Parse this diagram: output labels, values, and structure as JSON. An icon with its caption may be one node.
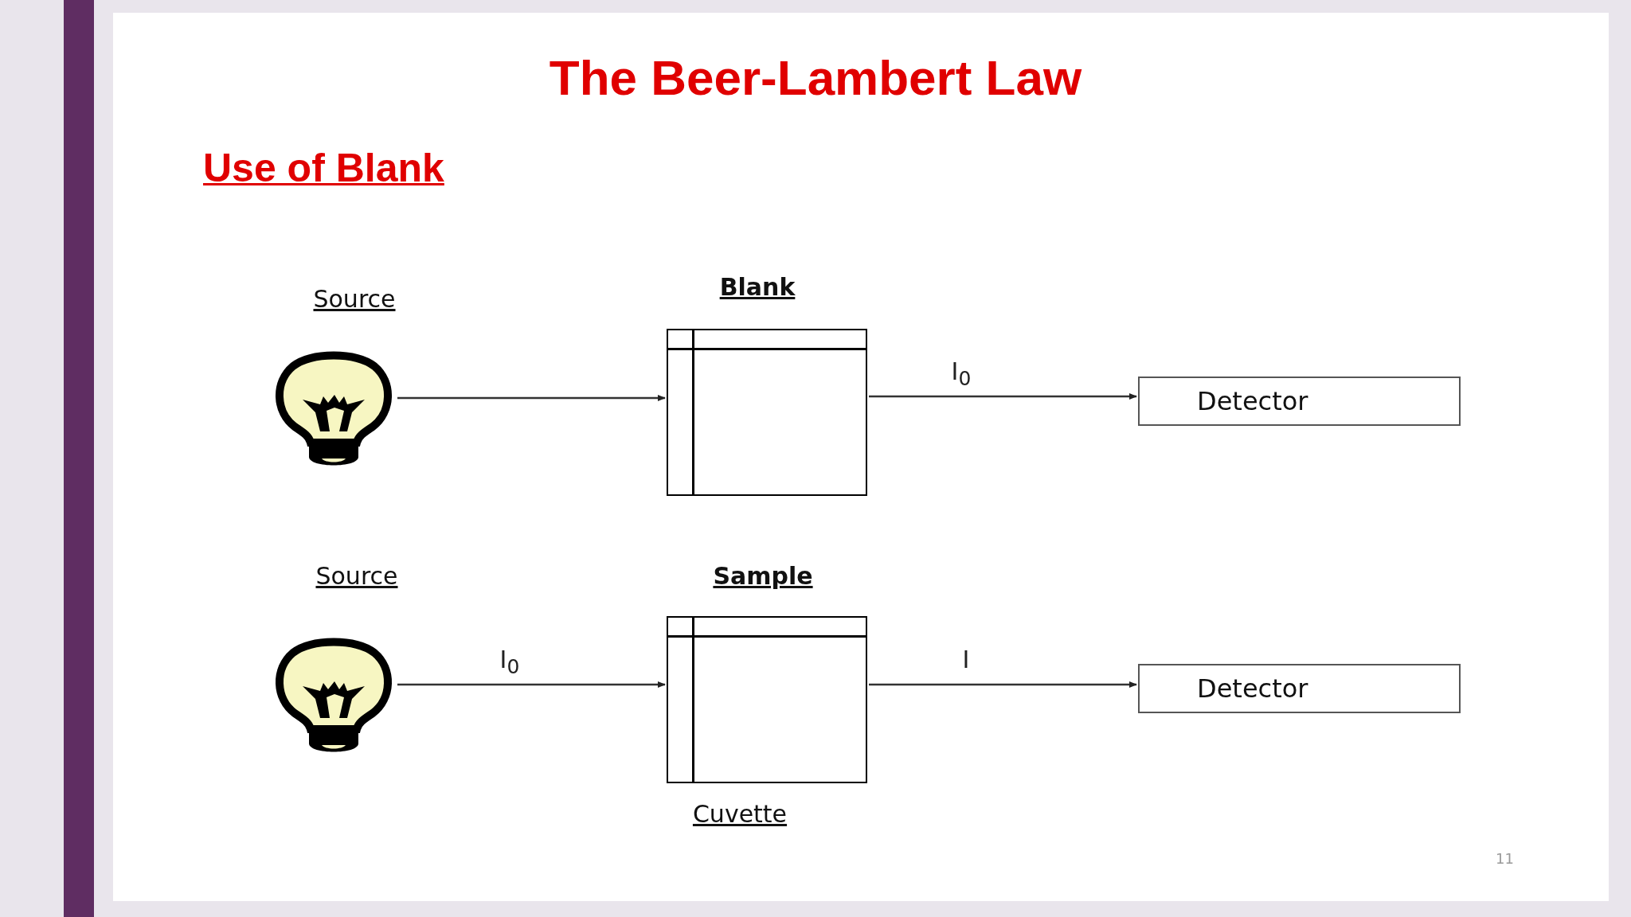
{
  "diagram": {
    "title": "The Beer-Lambert Law",
    "nodes": [
      {
        "text": [
          "Source"
        ]
      },
      {
        "text": [
          "Blank"
        ]
      },
      {
        "text": [
          "Detector"
        ]
      },
      {
        "text": [
          "Source"
        ]
      },
      {
        "text": [
          "Sample"
        ],
        "beside": [
          "Cuvette"
        ]
      },
      {
        "text": [
          "Detector"
        ]
      }
    ],
    "edges": [
      {
        "from": 0,
        "to": 1,
        "arrow": "to"
      },
      {
        "from": 1,
        "to": 2,
        "arrow": "to",
        "label": "I$_{0}$"
      },
      {
        "from": 3,
        "to": 4,
        "arrow": "to",
        "label": "I$_{0}$"
      },
      {
        "from": 4,
        "to": 5,
        "arrow": "to",
        "label": "I"
      }
    ],
    "labels": [
      "Use of Blank",
      "11"
    ]
  }
}
